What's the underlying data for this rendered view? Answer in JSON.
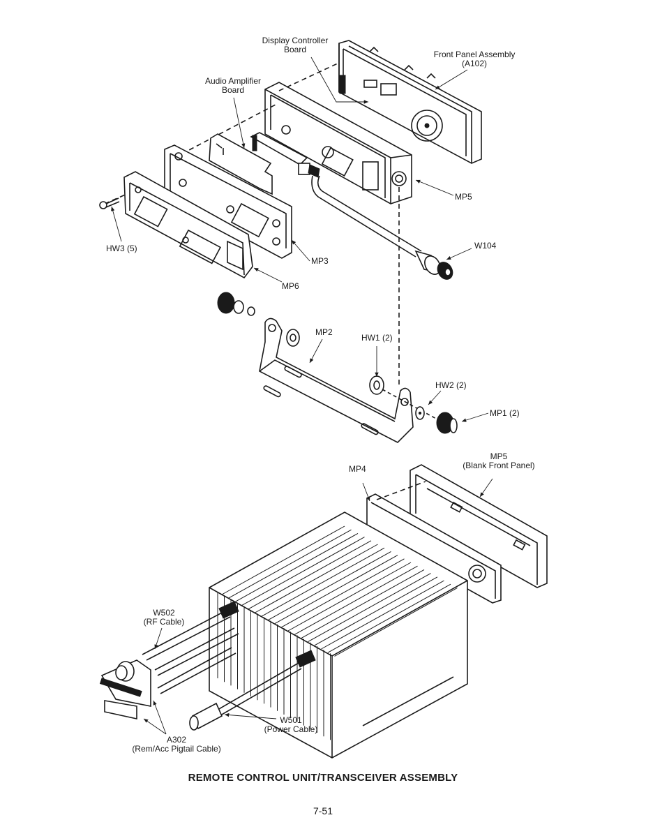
{
  "page": {
    "caption": "REMOTE CONTROL UNIT/TRANSCEIVER ASSEMBLY",
    "page_number": "7-51"
  },
  "labels": {
    "display_controller": {
      "line1": "Display Controller",
      "line2": "Board"
    },
    "front_panel": {
      "line1": "Front Panel Assembly",
      "line2": "(A102)"
    },
    "audio_amp": {
      "line1": "Audio Amplifier",
      "line2": "Board"
    },
    "mp5_top": "MP5",
    "w104": "W104",
    "hw3": "HW3 (5)",
    "mp3": "MP3",
    "mp6": "MP6",
    "mp2": "MP2",
    "hw1": "HW1 (2)",
    "hw2": "HW2 (2)",
    "mp1": "MP1 (2)",
    "mp4": "MP4",
    "mp5_bottom": {
      "line1": "MP5",
      "line2": "(Blank Front Panel)"
    },
    "w502": {
      "line1": "W502",
      "line2": "(RF Cable)"
    },
    "w501": {
      "line1": "W501",
      "line2": "(Power Cable)"
    },
    "a302": {
      "line1": "A302",
      "line2": "(Rem/Acc Pigtail Cable)"
    }
  }
}
